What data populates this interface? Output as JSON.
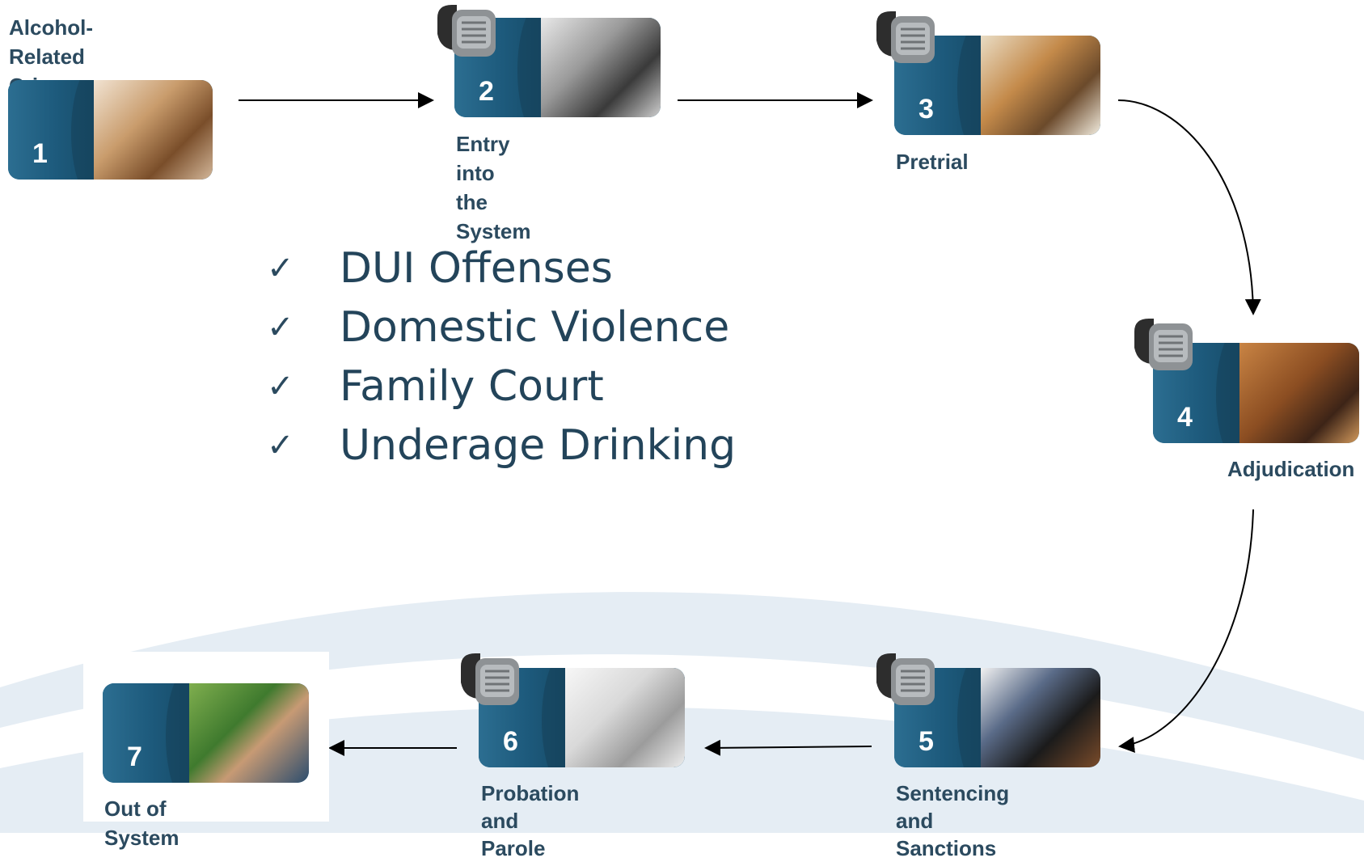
{
  "colors": {
    "card_blue": "#1f5f82",
    "label_text": "#2b4a5f",
    "list_text": "#23445a",
    "swoosh": "#e5edf4"
  },
  "steps": [
    {
      "number": "1",
      "label": "Alcohol-Related\nCrime",
      "photo": "whiskey-and-keys"
    },
    {
      "number": "2",
      "label": "Entry into\nthe System",
      "photo": "handcuffed-hands"
    },
    {
      "number": "3",
      "label": "Pretrial",
      "photo": "hand-on-books"
    },
    {
      "number": "4",
      "label": "Adjudication",
      "photo": "courtroom"
    },
    {
      "number": "5",
      "label": "Sentencing and\nSanctions",
      "photo": "judge-with-gavel"
    },
    {
      "number": "6",
      "label": "Probation and\nParole",
      "photo": "dictionary-success"
    },
    {
      "number": "7",
      "label": "Out of System",
      "photo": "smiling-man"
    }
  ],
  "device_icon": "ankle-monitor-icon",
  "checklist": [
    {
      "icon": "check-icon",
      "glyph": "✓",
      "text": "DUI Offenses"
    },
    {
      "icon": "check-icon",
      "glyph": "✓",
      "text": "Domestic Violence"
    },
    {
      "icon": "check-icon",
      "glyph": "✓",
      "text": "Family Court"
    },
    {
      "icon": "check-icon",
      "glyph": "✓",
      "text": "Underage Drinking"
    }
  ]
}
